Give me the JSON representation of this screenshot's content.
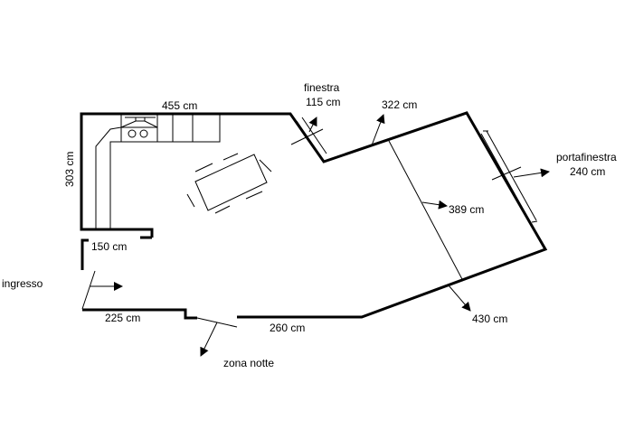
{
  "labels": {
    "top_wall": "455 cm",
    "window_title": "finestra",
    "window_width": "115 cm",
    "slanted_wall": "322 cm",
    "french_window_title": "portafinestra",
    "french_window_width": "240 cm",
    "depth": "389 cm",
    "left_wall": "303 cm",
    "entry_wall": "150 cm",
    "entrance": "ingresso",
    "bottom_left_wall": "225 cm",
    "bottom_wall": "260 cm",
    "lower_slanted_wall": "430 cm",
    "night_zone": "zona notte"
  },
  "colors": {
    "line": "#000000",
    "background": "#ffffff"
  }
}
